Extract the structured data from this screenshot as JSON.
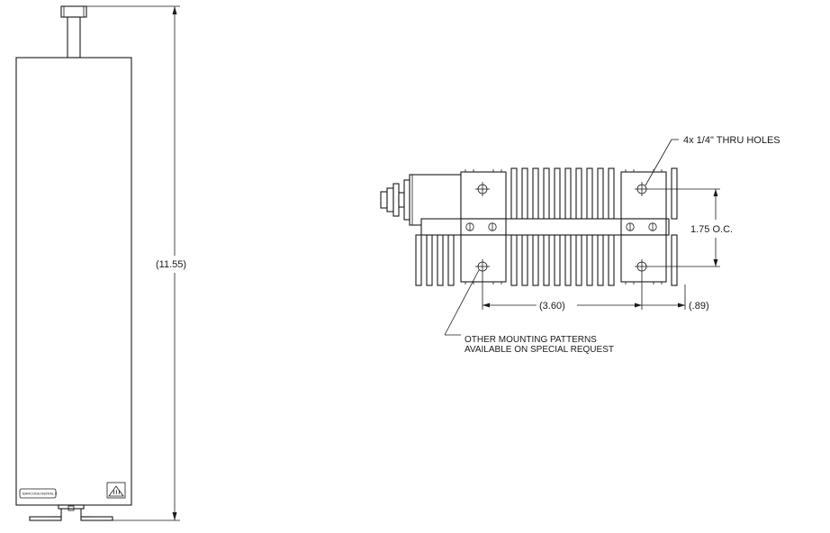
{
  "side_view": {
    "overall_height_label": "(11.55)",
    "barcode_label": "BARCODE/SERIAL #"
  },
  "end_view": {
    "holes_callout": "4x  1/4\"  THRU  HOLES",
    "hole_spacing_vertical": "1.75  O.C.",
    "hole_spacing_horizontal": "(3.60)",
    "edge_offset": "(.89)",
    "note_line_1": "OTHER  MOUNTING  PATTERNS",
    "note_line_2": "AVAILABLE  ON  SPECIAL  REQUEST"
  }
}
